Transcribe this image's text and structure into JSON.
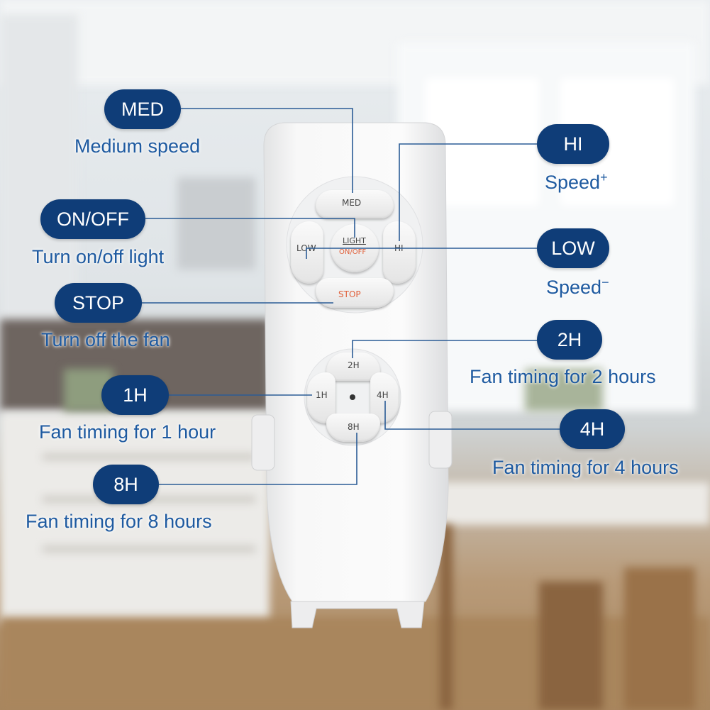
{
  "remote": {
    "buttons": {
      "med": "MED",
      "low": "LOW",
      "hi": "HI",
      "light": "LIGHT",
      "onoff": "ON/OFF",
      "stop": "STOP",
      "h2": "2H",
      "h1": "1H",
      "h4": "4H",
      "h8": "8H"
    }
  },
  "callouts": {
    "med": {
      "label": "MED",
      "desc": "Medium speed"
    },
    "onoff": {
      "label": "ON/OFF",
      "desc": "Turn on/off light"
    },
    "stop": {
      "label": "STOP",
      "desc": "Turn off the fan"
    },
    "h1": {
      "label": "1H",
      "desc": "Fan timing for 1 hour"
    },
    "h8": {
      "label": "8H",
      "desc": "Fan timing for 8 hours"
    },
    "hi": {
      "label": "HI",
      "desc": "Speed",
      "sign": "+"
    },
    "low": {
      "label": "LOW",
      "desc": "Speed",
      "sign": "−"
    },
    "h2": {
      "label": "2H",
      "desc": "Fan timing for 2 hours"
    },
    "h4": {
      "label": "4H",
      "desc": "Fan timing for 4 hours"
    }
  },
  "colors": {
    "pill": "#0f3d78",
    "desc_text": "#1e5aa0",
    "stop_label": "#e0603a",
    "onoff_label": "#e0603a"
  }
}
